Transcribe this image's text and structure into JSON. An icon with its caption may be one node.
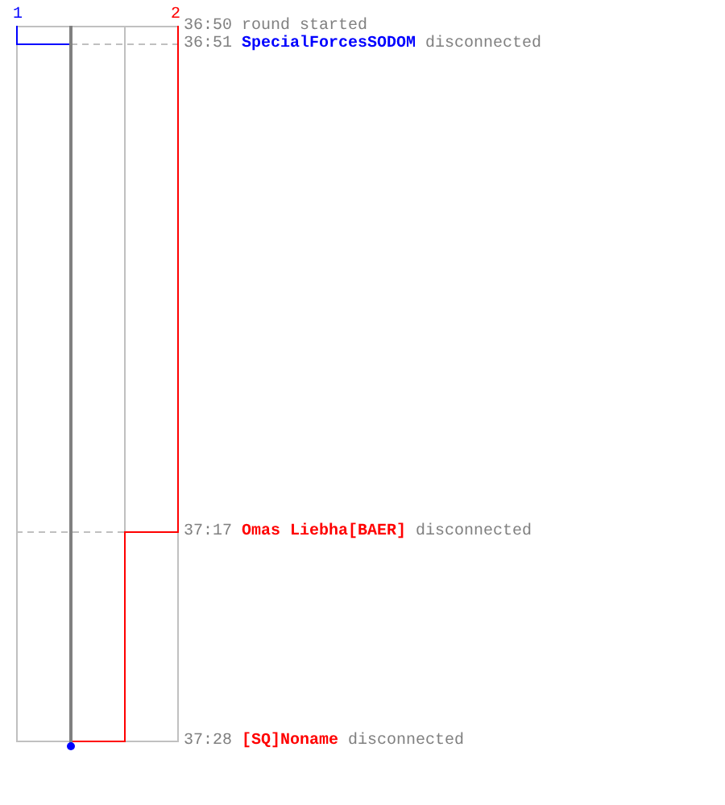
{
  "diagram": {
    "labels": [
      "1",
      "2",
      "36:50",
      "round started",
      "36:51",
      "SpecialForcesSODOM",
      "disconnected",
      "37:17",
      "Omas Liebha[BAER]",
      "disconnected",
      "37:28",
      "[SQ]Noname",
      "disconnected"
    ]
  }
}
